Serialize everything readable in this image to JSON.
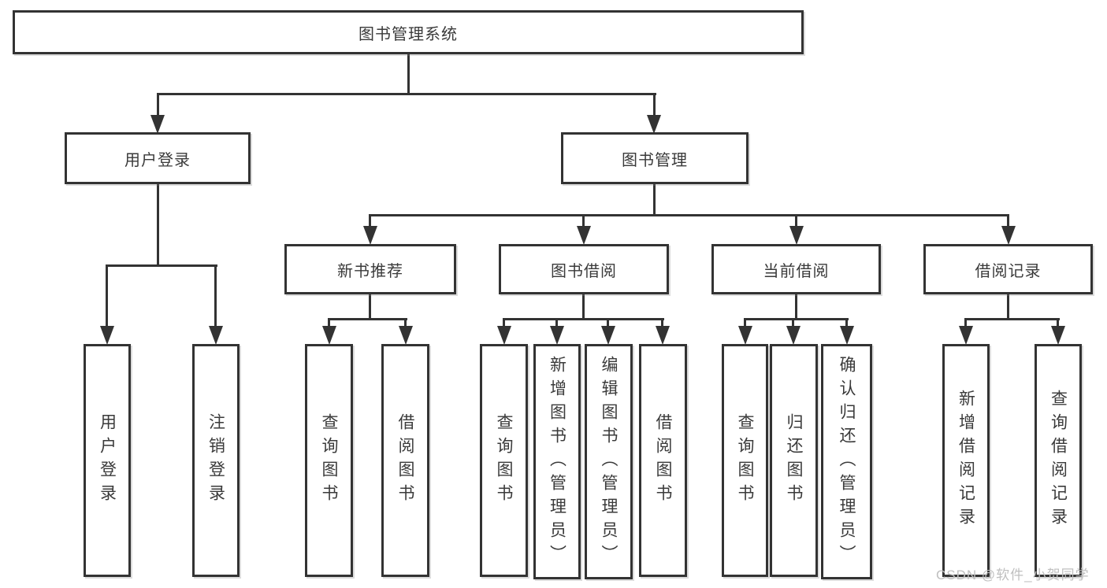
{
  "tree": {
    "root": {
      "label": "图书管理系统"
    },
    "level2": [
      {
        "label": "用户登录"
      },
      {
        "label": "图书管理"
      }
    ],
    "level3": [
      {
        "label": "新书推荐"
      },
      {
        "label": "图书借阅"
      },
      {
        "label": "当前借阅"
      },
      {
        "label": "借阅记录"
      }
    ],
    "leaves": [
      {
        "label": "用户登录"
      },
      {
        "label": "注销登录"
      },
      {
        "label": "查询图书"
      },
      {
        "label": "借阅图书"
      },
      {
        "label": "查询图书"
      },
      {
        "label": "新增图书（管理员）"
      },
      {
        "label": "编辑图书（管理员）"
      },
      {
        "label": "借阅图书"
      },
      {
        "label": "查询图书"
      },
      {
        "label": "归还图书"
      },
      {
        "label": "确认归还（管理员）"
      },
      {
        "label": "新增借阅记录"
      },
      {
        "label": "查询借阅记录"
      }
    ]
  },
  "watermark": {
    "text": "CSDN @软件_小贺同学"
  },
  "colors": {
    "line": "#333333",
    "text": "#3a3a3a",
    "watermark": "#bfbfbf",
    "background": "#ffffff"
  }
}
